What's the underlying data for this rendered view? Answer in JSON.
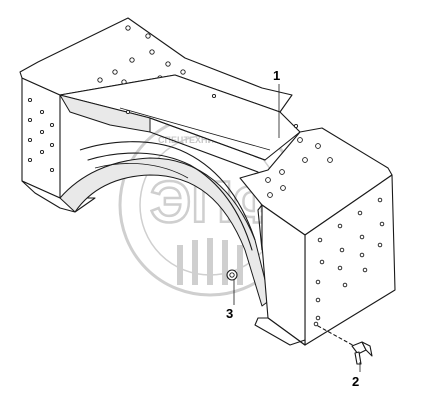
{
  "callouts": [
    {
      "id": "1",
      "label": "1"
    },
    {
      "id": "2",
      "label": "2"
    },
    {
      "id": "3",
      "label": "3"
    }
  ],
  "watermark": {
    "logo_text": "ЭПФ",
    "ring_text": "СПЕЦТЕХНИКА"
  },
  "colors": {
    "line": "#1a1a1a",
    "watermark": "#cfcfcf"
  }
}
